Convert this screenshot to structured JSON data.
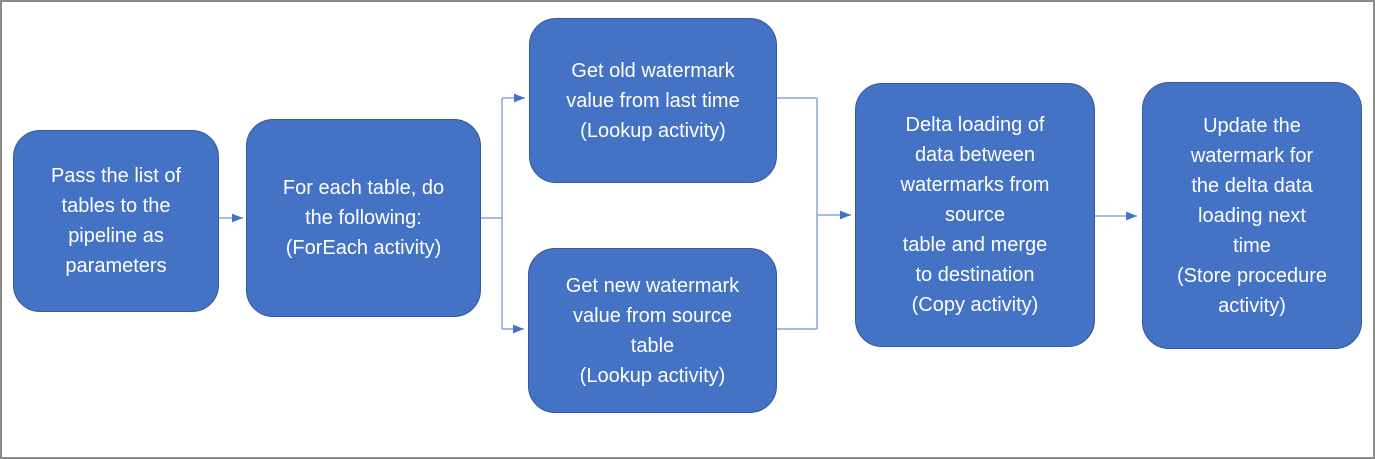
{
  "diagram": {
    "colors": {
      "frame_border": "#8a8a8a",
      "canvas_bg": "#ffffff",
      "node_fill": "#4472c4",
      "node_border": "#35599b",
      "node_text": "#ffffff",
      "connector": "#8ba6d9",
      "arrowhead": "#4472c4"
    },
    "nodes": [
      {
        "id": "pass-tables",
        "label": "Pass the list of\ntables to the\npipeline as\nparameters"
      },
      {
        "id": "foreach",
        "label": "For each table, do\nthe following:\n(ForEach activity)"
      },
      {
        "id": "old-watermark",
        "label": "Get old watermark\nvalue from last time\n(Lookup activity)"
      },
      {
        "id": "new-watermark",
        "label": "Get new watermark\nvalue from source\ntable\n(Lookup activity)"
      },
      {
        "id": "delta-loading",
        "label": "Delta loading of\ndata between\nwatermarks from\nsource\ntable and merge\nto destination\n(Copy activity)"
      },
      {
        "id": "update-watermark",
        "label": "Update the\nwatermark for\nthe delta data\nloading next\ntime\n(Store procedure\nactivity)"
      }
    ],
    "edges": [
      {
        "from": "pass-tables",
        "to": "foreach"
      },
      {
        "from": "foreach",
        "to": "old-watermark"
      },
      {
        "from": "foreach",
        "to": "new-watermark"
      },
      {
        "from": "old-watermark",
        "to": "delta-loading"
      },
      {
        "from": "new-watermark",
        "to": "delta-loading"
      },
      {
        "from": "delta-loading",
        "to": "update-watermark"
      }
    ]
  }
}
